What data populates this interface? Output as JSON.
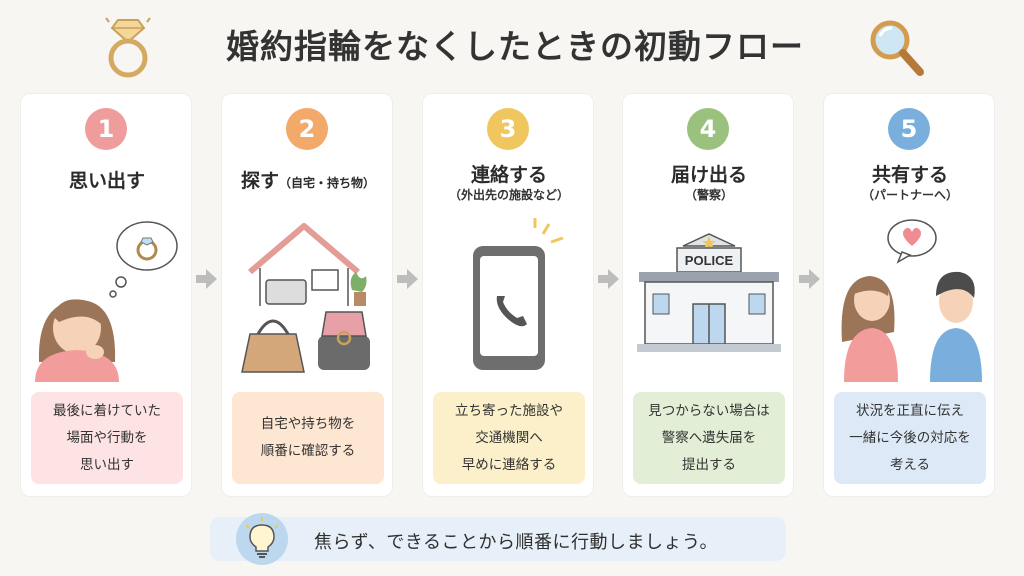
{
  "title": "婚約指輪をなくしたときの初動フロー",
  "icons": [
    "diamond-ring-icon",
    "magnifying-glass-icon",
    "chevron-right-arrow-icon",
    "light-bulb-icon"
  ],
  "steps": [
    {
      "number": "1",
      "title": "思い出す",
      "title_note": "",
      "subtitle": "",
      "color": "#ef9c9c",
      "box_color": "#fde3e3",
      "illustration": "woman-thinking-of-ring",
      "desc_lines": [
        "最後に着けていた",
        "場面や行動を",
        "思い出す"
      ]
    },
    {
      "number": "2",
      "title": "探す",
      "title_note": "（自宅・持ち物）",
      "subtitle": "",
      "color": "#f2a96a",
      "box_color": "#fde6d2",
      "illustration": "house-bag-ring-box",
      "desc_lines": [
        "自宅や持ち物を",
        "順番に確認する"
      ]
    },
    {
      "number": "3",
      "title": "連絡する",
      "title_note": "",
      "subtitle": "（外出先の施設など）",
      "color": "#efc75e",
      "box_color": "#fbf0c9",
      "illustration": "smartphone-call",
      "desc_lines": [
        "立ち寄った施設や",
        "交通機関へ",
        "早めに連絡する"
      ]
    },
    {
      "number": "4",
      "title": "届け出る",
      "title_note": "",
      "subtitle": "（警察）",
      "color": "#9bc17e",
      "box_color": "#e2efd6",
      "illustration": "police-station",
      "police_sign": "POLICE",
      "desc_lines": [
        "見つからない場合は",
        "警察へ遺失届を",
        "提出する"
      ]
    },
    {
      "number": "5",
      "title": "共有する",
      "title_note": "",
      "subtitle": "（パートナーへ）",
      "color": "#7aaedc",
      "box_color": "#dde9f6",
      "illustration": "couple-sharing",
      "desc_lines": [
        "状況を正直に伝え",
        "一緒に今後の対応を",
        "考える"
      ]
    }
  ],
  "footer_tip": "焦らず、できることから順番に行動しましょう。"
}
